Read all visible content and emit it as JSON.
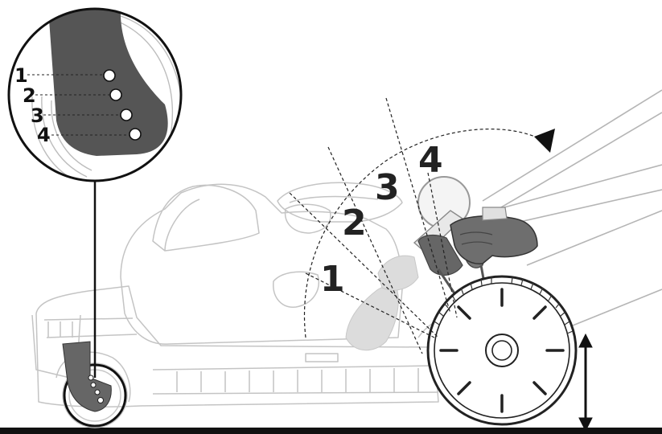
{
  "positions": {
    "main_labels": [
      "1",
      "2",
      "3",
      "4"
    ],
    "detail_labels": [
      "1",
      "2",
      "3",
      "4"
    ]
  },
  "icons": {
    "height_arrow": "double-arrow-vertical-icon",
    "rotation_arrow": "curved-arrow-icon"
  },
  "colors": {
    "ink": "#222222",
    "line": "#b9b9b9",
    "ground": "#111111",
    "detail_fill": "#555555"
  }
}
